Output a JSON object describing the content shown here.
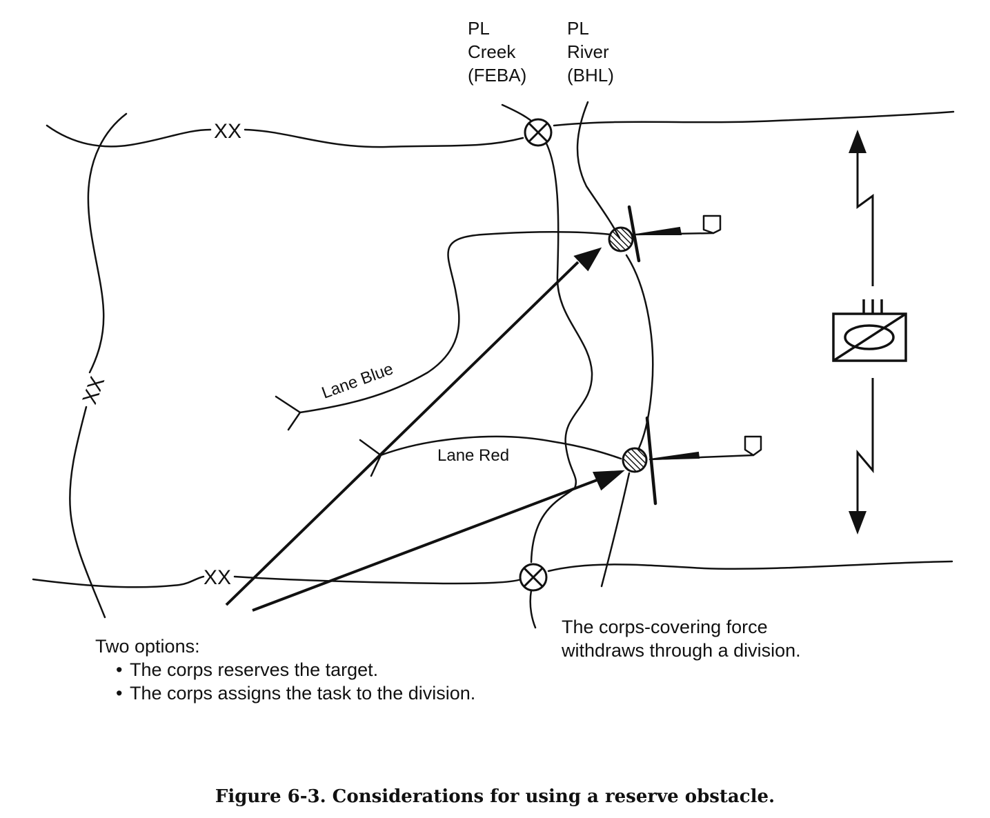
{
  "phase_lines": {
    "creek": {
      "l1": "PL",
      "l2": "Creek",
      "l3": "(FEBA)"
    },
    "river": {
      "l1": "PL",
      "l2": "River",
      "l3": "(BHL)"
    }
  },
  "boundary_marks": {
    "top": "XX",
    "left": "XX",
    "bottom": "XX"
  },
  "lanes": {
    "blue": "Lane Blue",
    "red": "Lane Red"
  },
  "options_note": {
    "heading": "Two options:",
    "items": [
      "The corps reserves the target.",
      "The corps assigns the task to the division."
    ]
  },
  "covering_force_note": {
    "line1": "The corps-covering force",
    "line2": "withdraws through a division."
  },
  "caption": "Figure 6-3. Considerations for using a reserve obstacle.",
  "icons": [
    "crossing-point-icon",
    "reserve-obstacle-icon",
    "demolition-flag-icon",
    "unit-symbol-icon",
    "axis-arrow-icon"
  ],
  "colors": {
    "ink": "#111111",
    "background": "#ffffff"
  }
}
